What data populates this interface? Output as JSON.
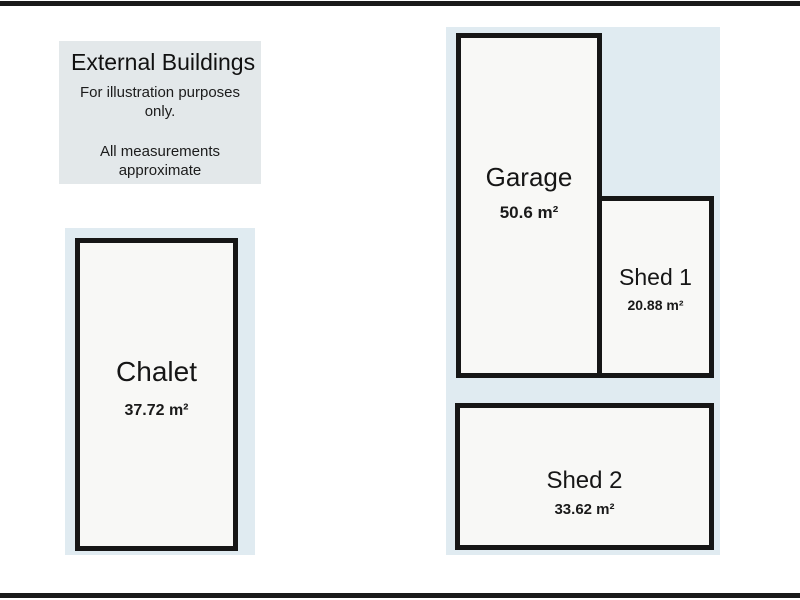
{
  "legend": {
    "title": "External Buildings",
    "note1": "For illustration purposes only.",
    "note2": "All measurements approximate"
  },
  "buildings": [
    {
      "name": "Chalet",
      "area": "37.72 m²"
    },
    {
      "name": "Garage",
      "area": "50.6 m²"
    },
    {
      "name": "Shed 1",
      "area": "20.88 m²"
    },
    {
      "name": "Shed 2",
      "area": "33.62 m²"
    }
  ],
  "colors": {
    "panel_blue": "#e0ebf1",
    "legend_bg": "#e3e8ea",
    "room_fill": "#f8f8f6",
    "outline": "#161616",
    "edge_bar": "#1a1a1a"
  }
}
